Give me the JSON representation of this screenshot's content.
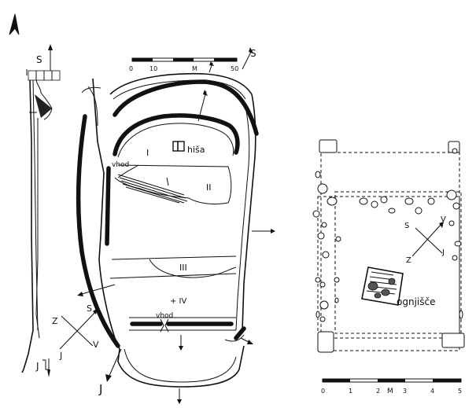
{
  "north_arrow": {
    "icon": "north-arrow-icon"
  },
  "scale_bar_main": {
    "ticks": [
      "0",
      "10",
      "M",
      "50"
    ],
    "north_label": "S"
  },
  "profile": {
    "north_label": "S",
    "south_label": "J"
  },
  "zones": {
    "i": "I",
    "ii": "II",
    "iii": "III",
    "iv": "+ IV"
  },
  "labels": {
    "hisa": "hiša",
    "vhod_upper": "vhod",
    "vhod_lower": "vhod"
  },
  "compass_main": {
    "s": "S",
    "z": "Z",
    "j": "J",
    "v": "V"
  },
  "bottom_j": "J",
  "plan": {
    "ognjisce": "ognjišče",
    "compass": {
      "s": "S",
      "v": "V",
      "z": "Z",
      "j": "J"
    },
    "scale_ticks": [
      "0",
      "1",
      "2",
      "M",
      "3",
      "4",
      "5"
    ]
  }
}
